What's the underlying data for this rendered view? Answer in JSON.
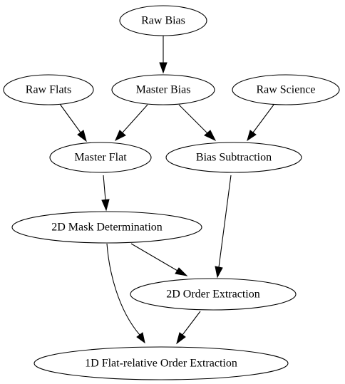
{
  "diagram": {
    "type": "directed-graph",
    "nodes": [
      {
        "id": "raw_bias",
        "label": "Raw Bias"
      },
      {
        "id": "raw_flats",
        "label": "Raw Flats"
      },
      {
        "id": "master_bias",
        "label": "Master Bias"
      },
      {
        "id": "raw_science",
        "label": "Raw Science"
      },
      {
        "id": "master_flat",
        "label": "Master Flat"
      },
      {
        "id": "bias_subtraction",
        "label": "Bias Subtraction"
      },
      {
        "id": "mask_2d",
        "label": "2D Mask Determination"
      },
      {
        "id": "order_2d",
        "label": "2D Order Extraction"
      },
      {
        "id": "flat_1d",
        "label": "1D Flat-relative Order Extraction"
      }
    ],
    "edges": [
      {
        "from": "raw_bias",
        "to": "master_bias"
      },
      {
        "from": "raw_flats",
        "to": "master_flat"
      },
      {
        "from": "master_bias",
        "to": "master_flat"
      },
      {
        "from": "master_bias",
        "to": "bias_subtraction"
      },
      {
        "from": "raw_science",
        "to": "bias_subtraction"
      },
      {
        "from": "master_flat",
        "to": "mask_2d"
      },
      {
        "from": "bias_subtraction",
        "to": "order_2d"
      },
      {
        "from": "mask_2d",
        "to": "order_2d"
      },
      {
        "from": "mask_2d",
        "to": "flat_1d"
      },
      {
        "from": "order_2d",
        "to": "flat_1d"
      }
    ]
  }
}
